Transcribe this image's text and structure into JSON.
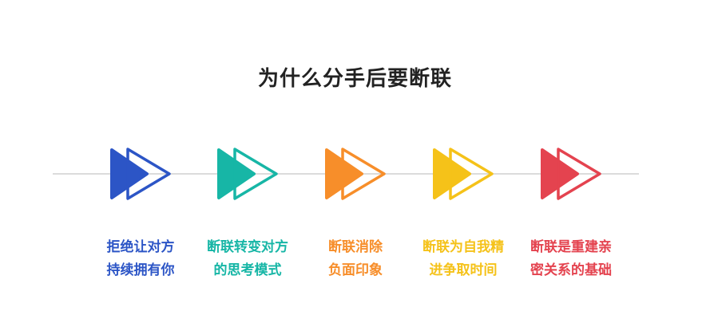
{
  "title": "为什么分手后要断联",
  "colors": {
    "line": "#cfcfcf",
    "title": "#222222"
  },
  "steps": [
    {
      "icon": "double-play-arrow-icon",
      "color": "#2c55c6",
      "line1": "拒绝让对方",
      "line2": "持续拥有你"
    },
    {
      "icon": "double-play-arrow-icon",
      "color": "#17b6a6",
      "line1": "断联转变对方",
      "line2": "的思考模式"
    },
    {
      "icon": "double-play-arrow-icon",
      "color": "#f78e2a",
      "line1": "断联消除",
      "line2": "负面印象"
    },
    {
      "icon": "double-play-arrow-icon",
      "color": "#f5c219",
      "line1": "断联为自我精",
      "line2": "进争取时间"
    },
    {
      "icon": "double-play-arrow-icon",
      "color": "#e4434f",
      "line1": "断联是重建亲",
      "line2": "密关系的基础"
    }
  ]
}
